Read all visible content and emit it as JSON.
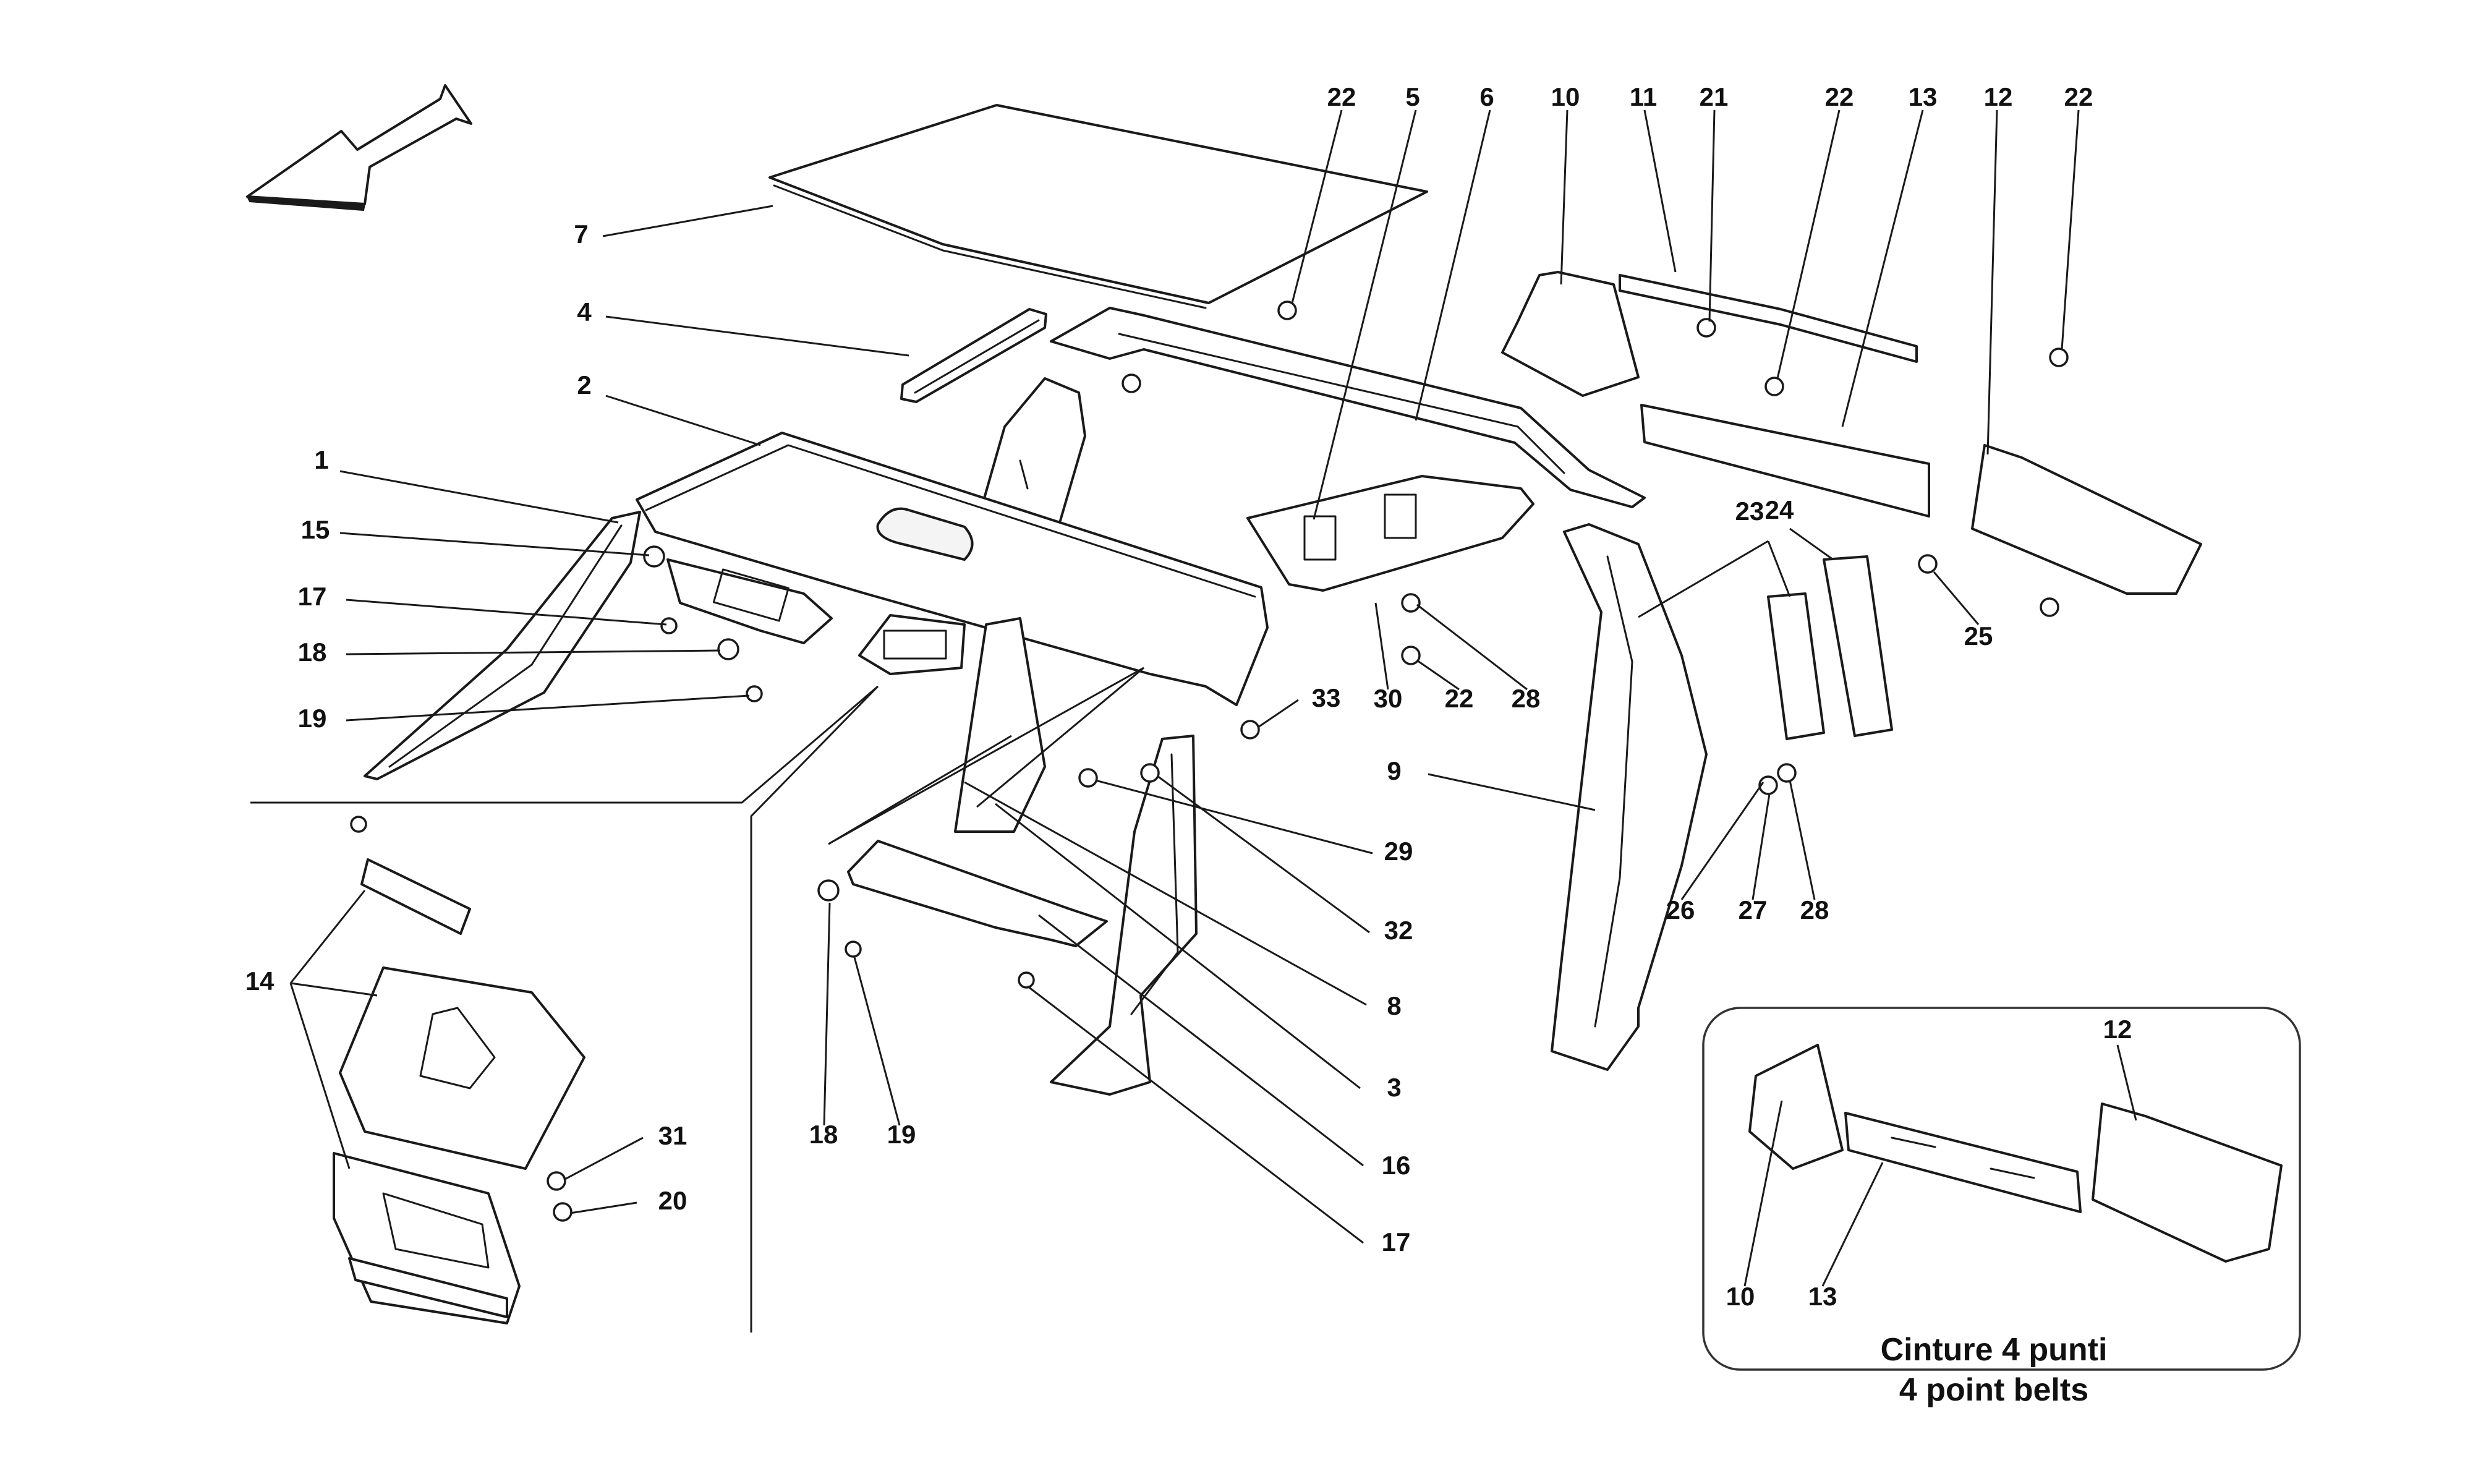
{
  "diagram": {
    "callouts": [
      {
        "id": "c1",
        "label": "1"
      },
      {
        "id": "c2",
        "label": "2"
      },
      {
        "id": "c3",
        "label": "3"
      },
      {
        "id": "c4",
        "label": "4"
      },
      {
        "id": "c5",
        "label": "5"
      },
      {
        "id": "c6",
        "label": "6"
      },
      {
        "id": "c7",
        "label": "7"
      },
      {
        "id": "c8",
        "label": "8"
      },
      {
        "id": "c9",
        "label": "9"
      },
      {
        "id": "c10",
        "label": "10"
      },
      {
        "id": "c11",
        "label": "11"
      },
      {
        "id": "c12",
        "label": "12"
      },
      {
        "id": "c13",
        "label": "13"
      },
      {
        "id": "c14",
        "label": "14"
      },
      {
        "id": "c15",
        "label": "15"
      },
      {
        "id": "c16",
        "label": "16"
      },
      {
        "id": "c17a",
        "label": "17"
      },
      {
        "id": "c17b",
        "label": "17"
      },
      {
        "id": "c18a",
        "label": "18"
      },
      {
        "id": "c18b",
        "label": "18"
      },
      {
        "id": "c19a",
        "label": "19"
      },
      {
        "id": "c19b",
        "label": "19"
      },
      {
        "id": "c20",
        "label": "20"
      },
      {
        "id": "c21",
        "label": "21"
      },
      {
        "id": "c22a",
        "label": "22"
      },
      {
        "id": "c22b",
        "label": "22"
      },
      {
        "id": "c22c",
        "label": "22"
      },
      {
        "id": "c22d",
        "label": "22"
      },
      {
        "id": "c23",
        "label": "23"
      },
      {
        "id": "c24",
        "label": "24"
      },
      {
        "id": "c25",
        "label": "25"
      },
      {
        "id": "c26",
        "label": "26"
      },
      {
        "id": "c27",
        "label": "27"
      },
      {
        "id": "c28a",
        "label": "28"
      },
      {
        "id": "c28b",
        "label": "28"
      },
      {
        "id": "c29",
        "label": "29"
      },
      {
        "id": "c30",
        "label": "30"
      },
      {
        "id": "c31",
        "label": "31"
      },
      {
        "id": "c32",
        "label": "32"
      },
      {
        "id": "c33",
        "label": "33"
      }
    ],
    "inset": {
      "callouts": [
        {
          "id": "i10",
          "label": "10"
        },
        {
          "id": "i13",
          "label": "13"
        },
        {
          "id": "i12",
          "label": "12"
        }
      ],
      "caption_line1": "Cinture 4 punti",
      "caption_line2": "4 point belts"
    }
  }
}
